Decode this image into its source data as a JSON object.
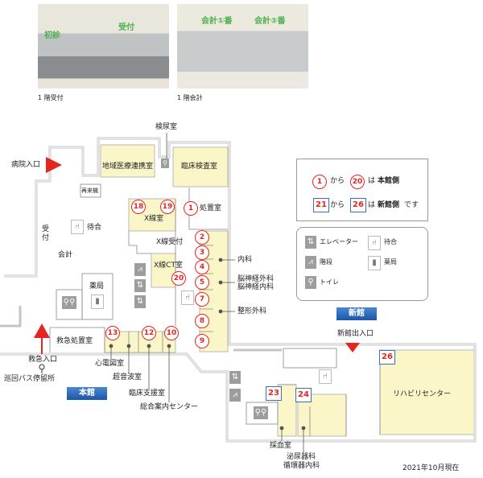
{
  "photos": [
    {
      "caption": "1 階受付",
      "signs": [
        "初診",
        "受付"
      ]
    },
    {
      "caption": "1 階会計",
      "signs": [
        "会計①番",
        "会計②番"
      ]
    }
  ],
  "entrances": {
    "main": "病院入口",
    "emergency": "救急入口",
    "bus_stop": "巡回バス停留所",
    "new_wing": "新館出入口"
  },
  "buildings": {
    "main": "本館",
    "new": "新館"
  },
  "rooms": {
    "urine": "検尿室",
    "regional": "地域医療連携室",
    "lab": "臨床検査室",
    "reentry": "再来機",
    "waiting": "待合",
    "xray": "X線室",
    "treatment": "処置室",
    "xray_reception": "X線受付",
    "ct": "X線CT室",
    "reception": "受付",
    "cashier": "会計",
    "pharmacy": "薬局",
    "internal": "内科",
    "neuro_surgery": "脳神経外科",
    "neuro_internal": "脳神経内科",
    "ortho": "整形外科",
    "er": "救急処置室",
    "ecg": "心電図室",
    "ultrasound": "超音波室",
    "clinical_support": "臨床支援室",
    "info_center": "総合案内センター",
    "rehab": "リハビリセンター",
    "blood": "採血室",
    "urology": "泌尿器科",
    "cardio": "循環器内科"
  },
  "numbers": {
    "n1": "1",
    "n2": "2",
    "n3": "3",
    "n4": "4",
    "n5": "5",
    "n7": "7",
    "n8": "8",
    "n9": "9",
    "n10": "10",
    "n12": "12",
    "n13": "13",
    "n18": "18",
    "n19": "19",
    "n20": "20",
    "n23": "23",
    "n24": "24",
    "n26": "26"
  },
  "legend": {
    "main_from": "1",
    "main_kara": "から",
    "main_to": "20",
    "main_wa": "は",
    "main_label": "本館側",
    "new_from": "21",
    "new_kara": "から",
    "new_to": "26",
    "new_wa": "は",
    "new_label": "新館側",
    "new_suffix": "です",
    "elevator": "エレベーター",
    "stairs": "階段",
    "toilet": "トイレ",
    "waiting": "待合",
    "pharmacy": "薬局"
  },
  "date": "2021年10月現在",
  "colors": {
    "room": "#faf6c8",
    "accent": "#e52521",
    "blue": "#1c56a8",
    "wall": "#c4c4c4"
  }
}
